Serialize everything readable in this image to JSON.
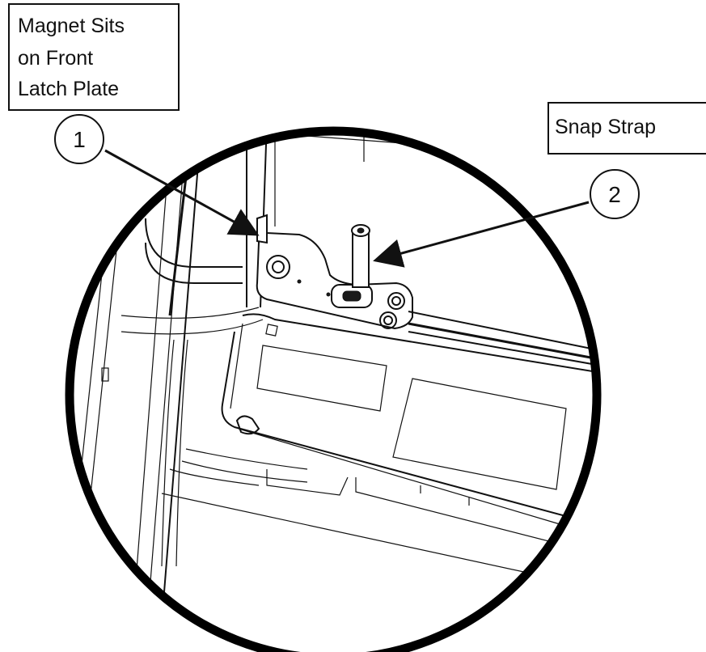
{
  "callouts": [
    {
      "number": "1",
      "label_lines": [
        "Magnet Sits",
        "on Front",
        "Latch Plate"
      ]
    },
    {
      "number": "2",
      "label_lines": [
        "Snap Strap"
      ]
    }
  ],
  "colors": {
    "ink": "#111111",
    "background": "#ffffff"
  }
}
